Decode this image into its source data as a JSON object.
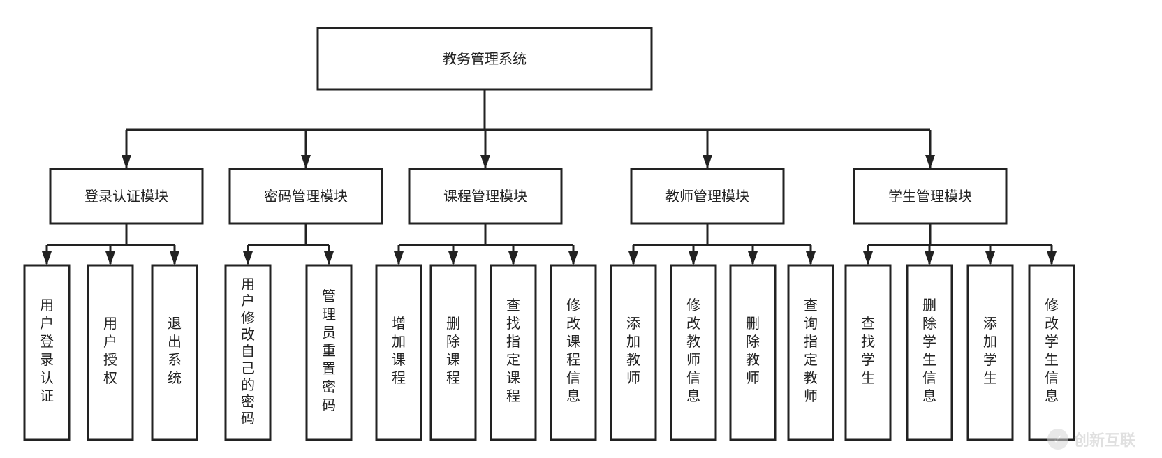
{
  "root": {
    "label": "教务管理系统"
  },
  "modules": [
    {
      "label": "登录认证模块",
      "children": [
        "用户登录认证",
        "用户授权",
        "退出系统"
      ]
    },
    {
      "label": "密码管理模块",
      "children": [
        "用户修改自己的密码",
        "管理员重置密码"
      ]
    },
    {
      "label": "课程管理模块",
      "children": [
        "增加课程",
        "删除课程",
        "查找指定课程",
        "修改课程信息"
      ]
    },
    {
      "label": "教师管理模块",
      "children": [
        "添加教师",
        "修改教师信息",
        "删除教师",
        "查询指定教师"
      ]
    },
    {
      "label": "学生管理模块",
      "children": [
        "查找学生",
        "删除学生信息",
        "添加学生",
        "修改学生信息"
      ]
    }
  ],
  "watermark": {
    "text": "创新互联",
    "icon": "brand-logo-icon"
  },
  "colors": {
    "stroke": "#222222",
    "fill": "#ffffff",
    "text": "#222222"
  }
}
